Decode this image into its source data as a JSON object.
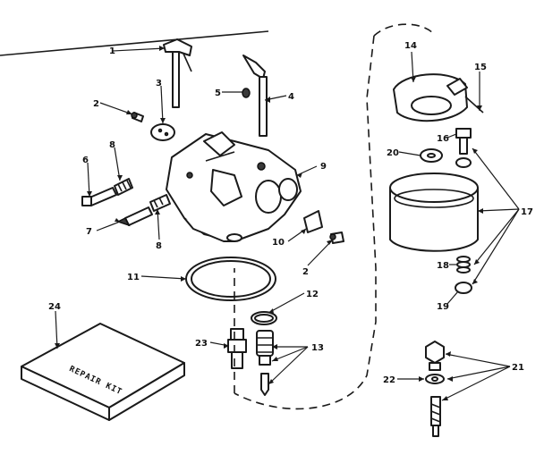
{
  "diagram": {
    "callouts": [
      "1",
      "2",
      "3",
      "4",
      "5",
      "6",
      "7",
      "8",
      "9",
      "10",
      "11",
      "12",
      "13",
      "14",
      "15",
      "16",
      "17",
      "18",
      "19",
      "20",
      "21",
      "22",
      "23",
      "24"
    ],
    "kit_label": "REPAIR KIT"
  }
}
